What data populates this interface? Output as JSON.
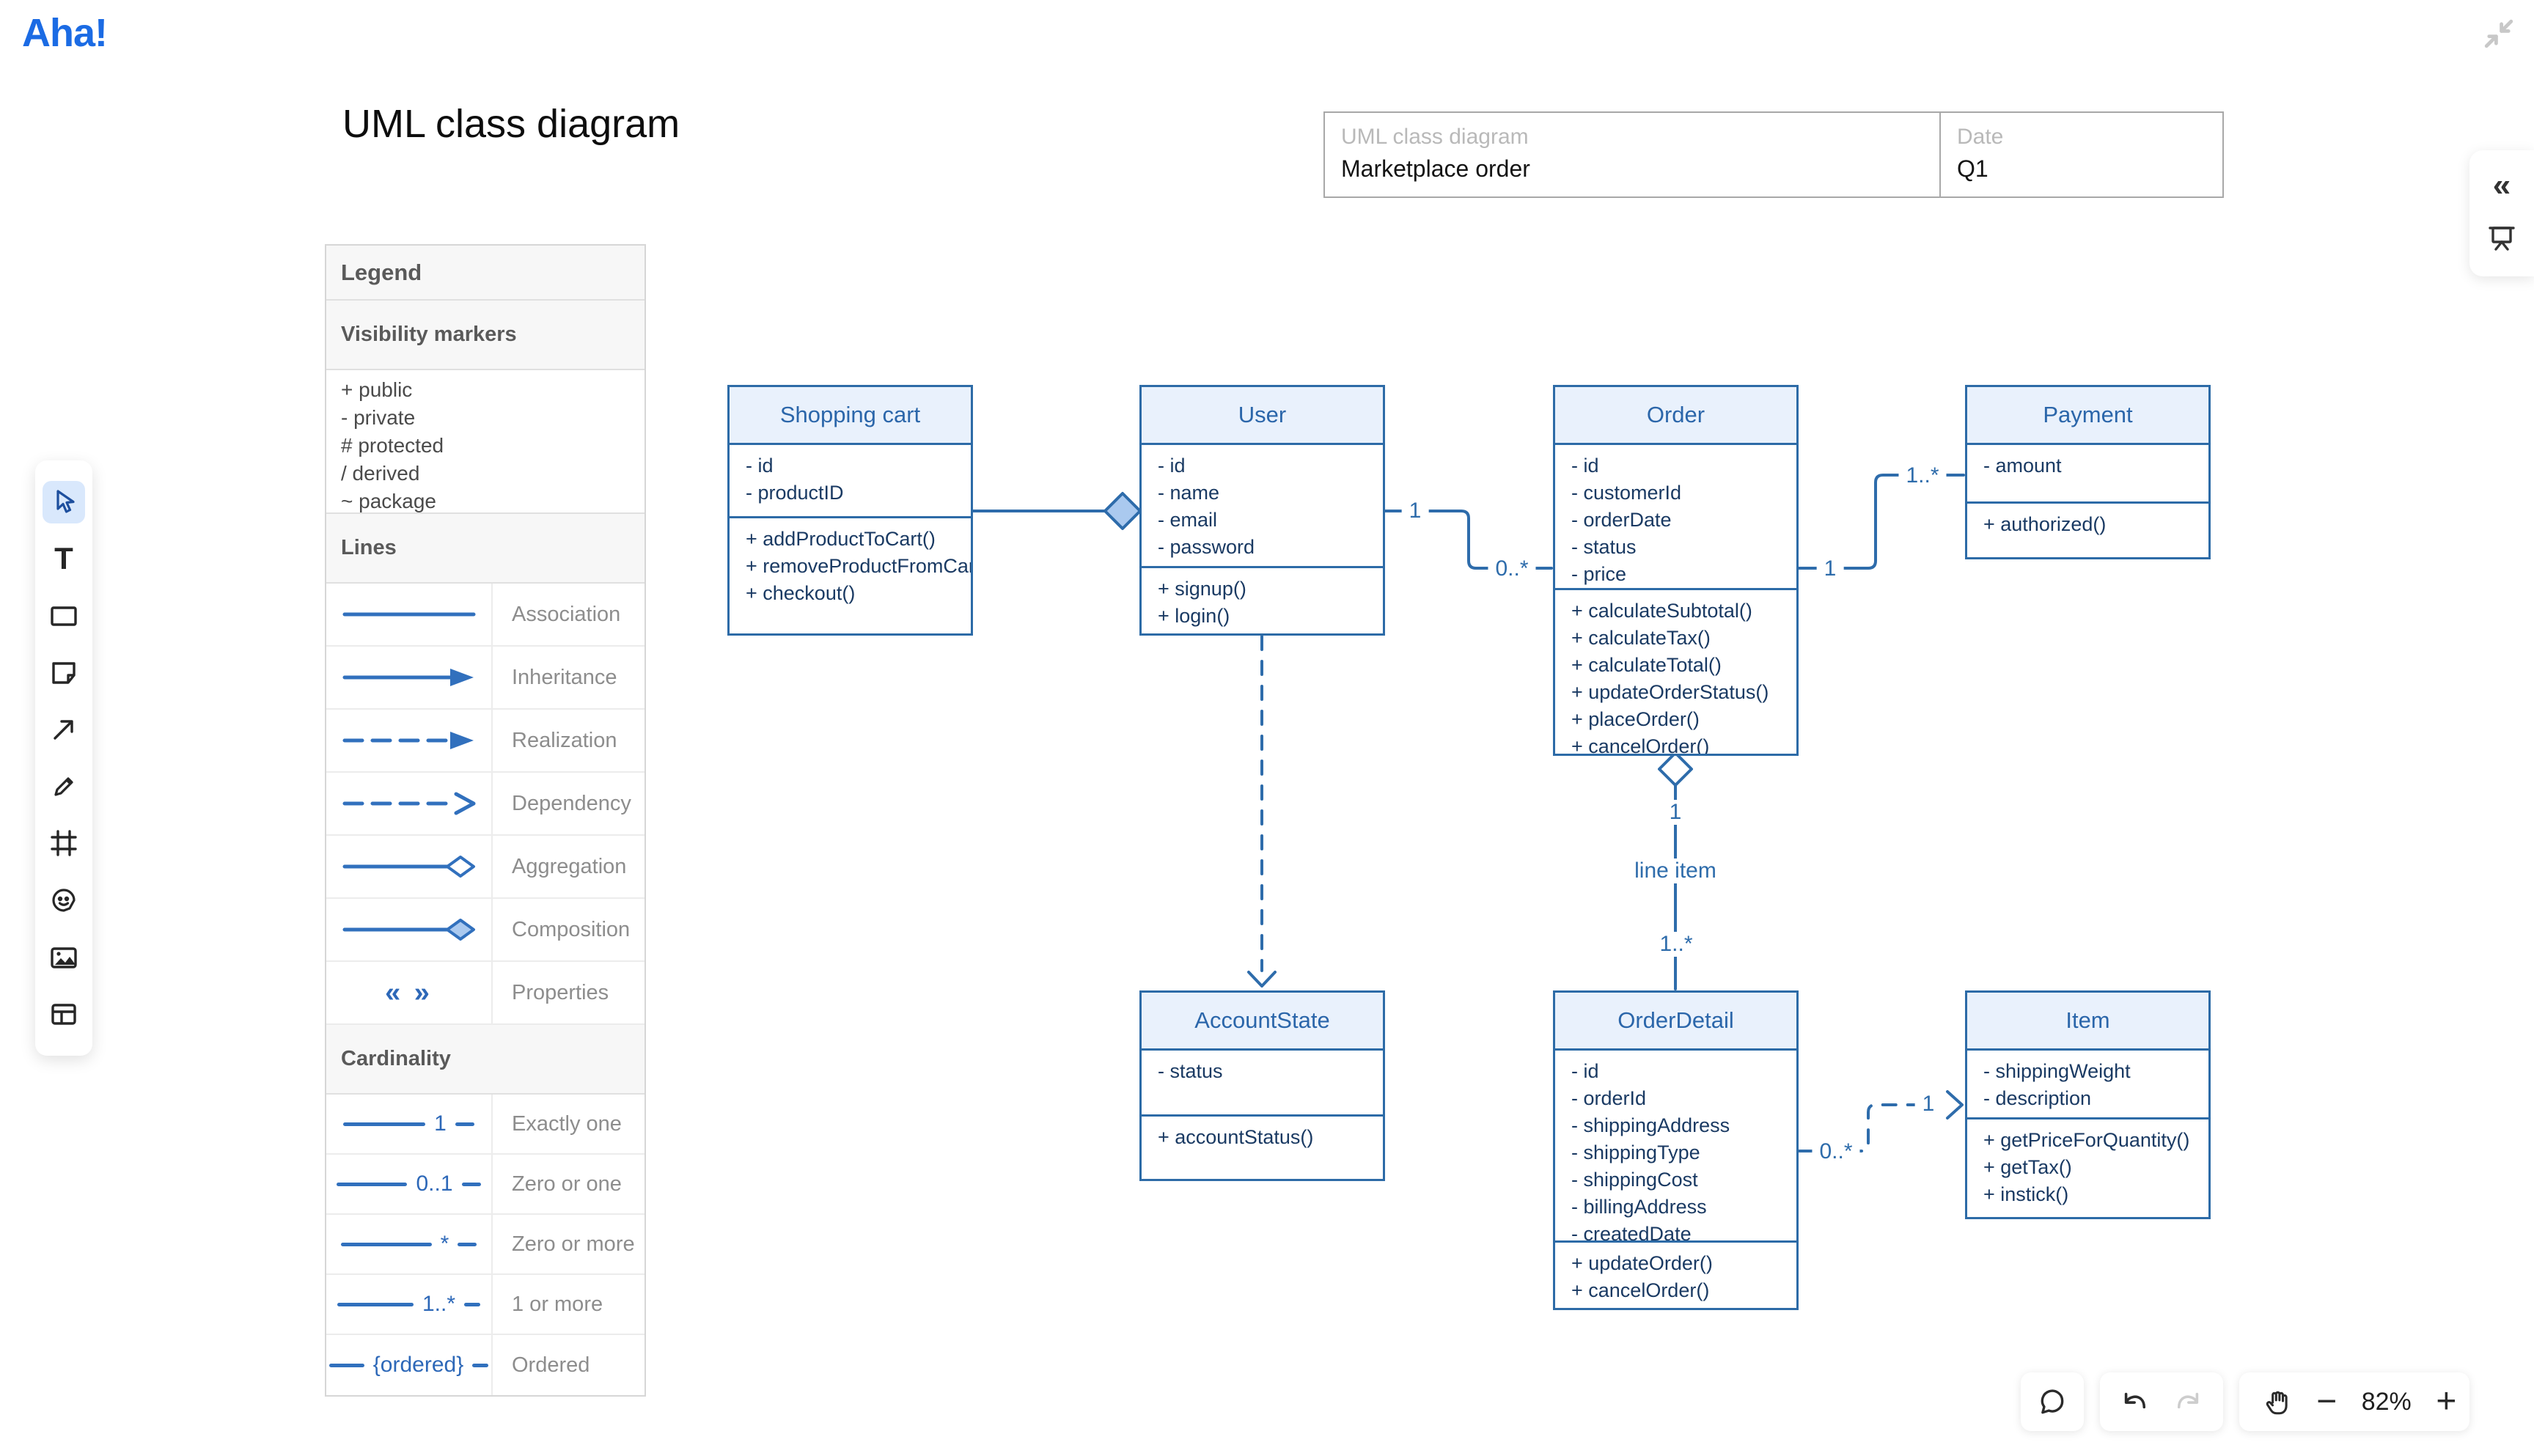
{
  "app": {
    "logo_text": "Aha!"
  },
  "header": {
    "title": "UML class diagram"
  },
  "info_form": {
    "name_label": "UML class diagram",
    "name_value": "Marketplace order",
    "date_label": "Date",
    "date_value": "Q1"
  },
  "legend": {
    "title": "Legend",
    "visibility": {
      "title": "Visibility markers",
      "items": [
        "+ public",
        "- private",
        "# protected",
        "/ derived",
        "~ package"
      ]
    },
    "lines": {
      "title": "Lines",
      "rows": [
        {
          "kind": "association",
          "label": "Association"
        },
        {
          "kind": "inheritance",
          "label": "Inheritance"
        },
        {
          "kind": "realization",
          "label": "Realization"
        },
        {
          "kind": "dependency",
          "label": "Dependency"
        },
        {
          "kind": "aggregation",
          "label": "Aggregation"
        },
        {
          "kind": "composition",
          "label": "Composition"
        },
        {
          "kind": "properties",
          "label": "Properties",
          "sample_text": "« »"
        }
      ]
    },
    "cardinality": {
      "title": "Cardinality",
      "rows": [
        {
          "sample": "1",
          "label": "Exactly one"
        },
        {
          "sample": "0..1",
          "label": "Zero or one"
        },
        {
          "sample": "*",
          "label": "Zero or more"
        },
        {
          "sample": "1..*",
          "label": "1 or more"
        },
        {
          "sample": "{ordered}",
          "label": "Ordered"
        }
      ]
    }
  },
  "toolbar_icons": [
    "select-cursor",
    "text",
    "shape",
    "sticky-note",
    "arrow",
    "pen",
    "frame",
    "sticker",
    "image",
    "template"
  ],
  "classes": [
    {
      "name": "Shopping cart",
      "attributes": [
        "- id",
        "- productID"
      ],
      "methods": [
        "+ addProductToCart()",
        "+ removeProductFromCartI()",
        "+ checkout()"
      ]
    },
    {
      "name": "User",
      "attributes": [
        "- id",
        "- name",
        "- email",
        "- password"
      ],
      "methods": [
        "+ signup()",
        "+ login()"
      ]
    },
    {
      "name": "Order",
      "attributes": [
        "- id",
        "- customerId",
        "- orderDate",
        "- status",
        "- price"
      ],
      "methods": [
        "+ calculateSubtotal()",
        "+ calculateTax()",
        "+ calculateTotal()",
        "+ updateOrderStatus()",
        "+ placeOrder()",
        "+ cancelOrder()"
      ]
    },
    {
      "name": "Payment",
      "attributes": [
        "- amount"
      ],
      "methods": [
        "+ authorized()"
      ]
    },
    {
      "name": "AccountState",
      "attributes": [
        "- status"
      ],
      "methods": [
        "+ accountStatus()"
      ]
    },
    {
      "name": "OrderDetail",
      "attributes": [
        "- id",
        "- orderId",
        "- shippingAddress",
        "- shippingType",
        "- shippingCost",
        "- billingAddress",
        "- createdDate"
      ],
      "methods": [
        "+ updateOrder()",
        "+ cancelOrder()"
      ]
    },
    {
      "name": "Item",
      "attributes": [
        "- shippingWeight",
        "- description"
      ],
      "methods": [
        "+ getPriceForQuantity()",
        "+ getTax()",
        "+ instick()"
      ]
    }
  ],
  "connectors": {
    "cart_user": {
      "type": "composition"
    },
    "user_order": {
      "near_user": "1",
      "near_order": "0..*"
    },
    "order_payment": {
      "near_order": "1",
      "near_payment": "1..*"
    },
    "user_accountstate": {
      "type": "dependency"
    },
    "order_orderdetail": {
      "near_order": "1",
      "middle": "line item",
      "near_orderdetail": "1..*"
    },
    "orderdetail_item": {
      "near_orderdetail": "0..*",
      "near_item": "1"
    }
  },
  "footer_controls": {
    "zoom_level": "82%"
  },
  "colors": {
    "accent_blue": "#2e6cab",
    "class_header_bg": "#e9f1fc",
    "logo_blue": "#1b6be4",
    "legend_line_blue": "#3170bd",
    "composition_fill": "#aac9ef"
  }
}
